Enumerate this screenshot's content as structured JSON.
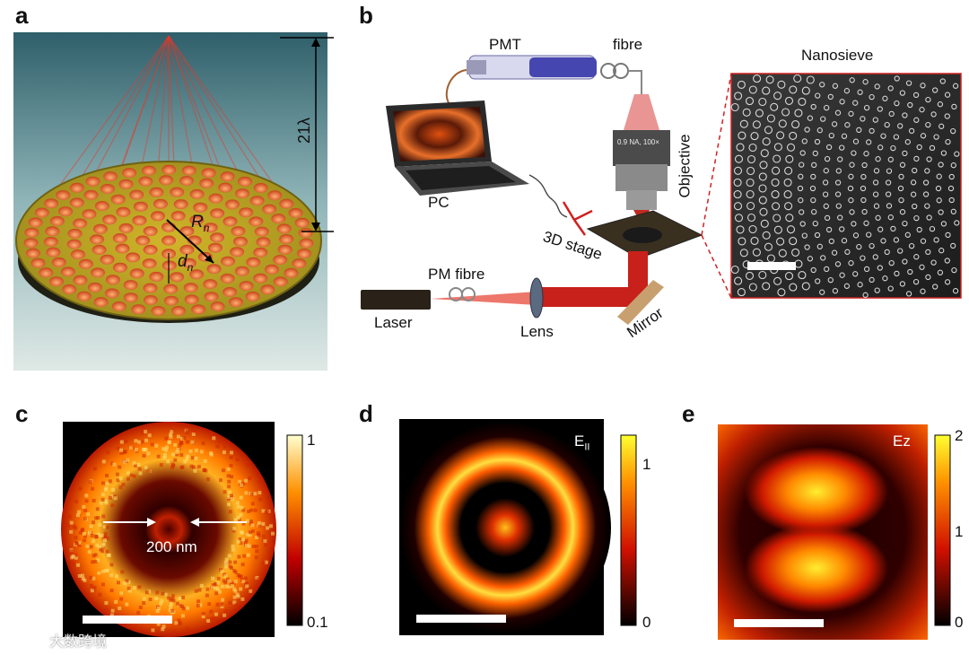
{
  "panels": {
    "a": {
      "label": "a",
      "height_label": "21λ",
      "radius_label": "R",
      "radius_sub": "n",
      "diameter_label": "d",
      "diameter_sub": "n"
    },
    "b": {
      "label": "b",
      "pmt": "PMT",
      "fibre": "fibre",
      "pc": "PC",
      "objective": "Objective",
      "objective_spec": "0.9 NA, 100×",
      "stage": "3D stage",
      "pm_fibre": "PM fibre",
      "laser": "Laser",
      "lens": "Lens",
      "mirror": "Mirror",
      "nanosieve_title": "Nanosieve"
    },
    "c": {
      "label": "c",
      "annotation": "200 nm",
      "colorbar_max": "1",
      "colorbar_min": "0.1"
    },
    "d": {
      "label": "d",
      "field": "E",
      "field_sub": "II",
      "colorbar_max": "1",
      "colorbar_min": "0"
    },
    "e": {
      "label": "e",
      "field": "Ez",
      "colorbar_max": "2",
      "colorbar_mid": "1",
      "colorbar_min": "0"
    }
  },
  "watermark": "大数跨境",
  "colors": {
    "hot_dark": "#000000",
    "hot_red": "#e02000",
    "hot_orange": "#ff8c00",
    "hot_yellow": "#fff200",
    "beam_red": "#d81a12",
    "plate_gold": "#b8a520"
  }
}
